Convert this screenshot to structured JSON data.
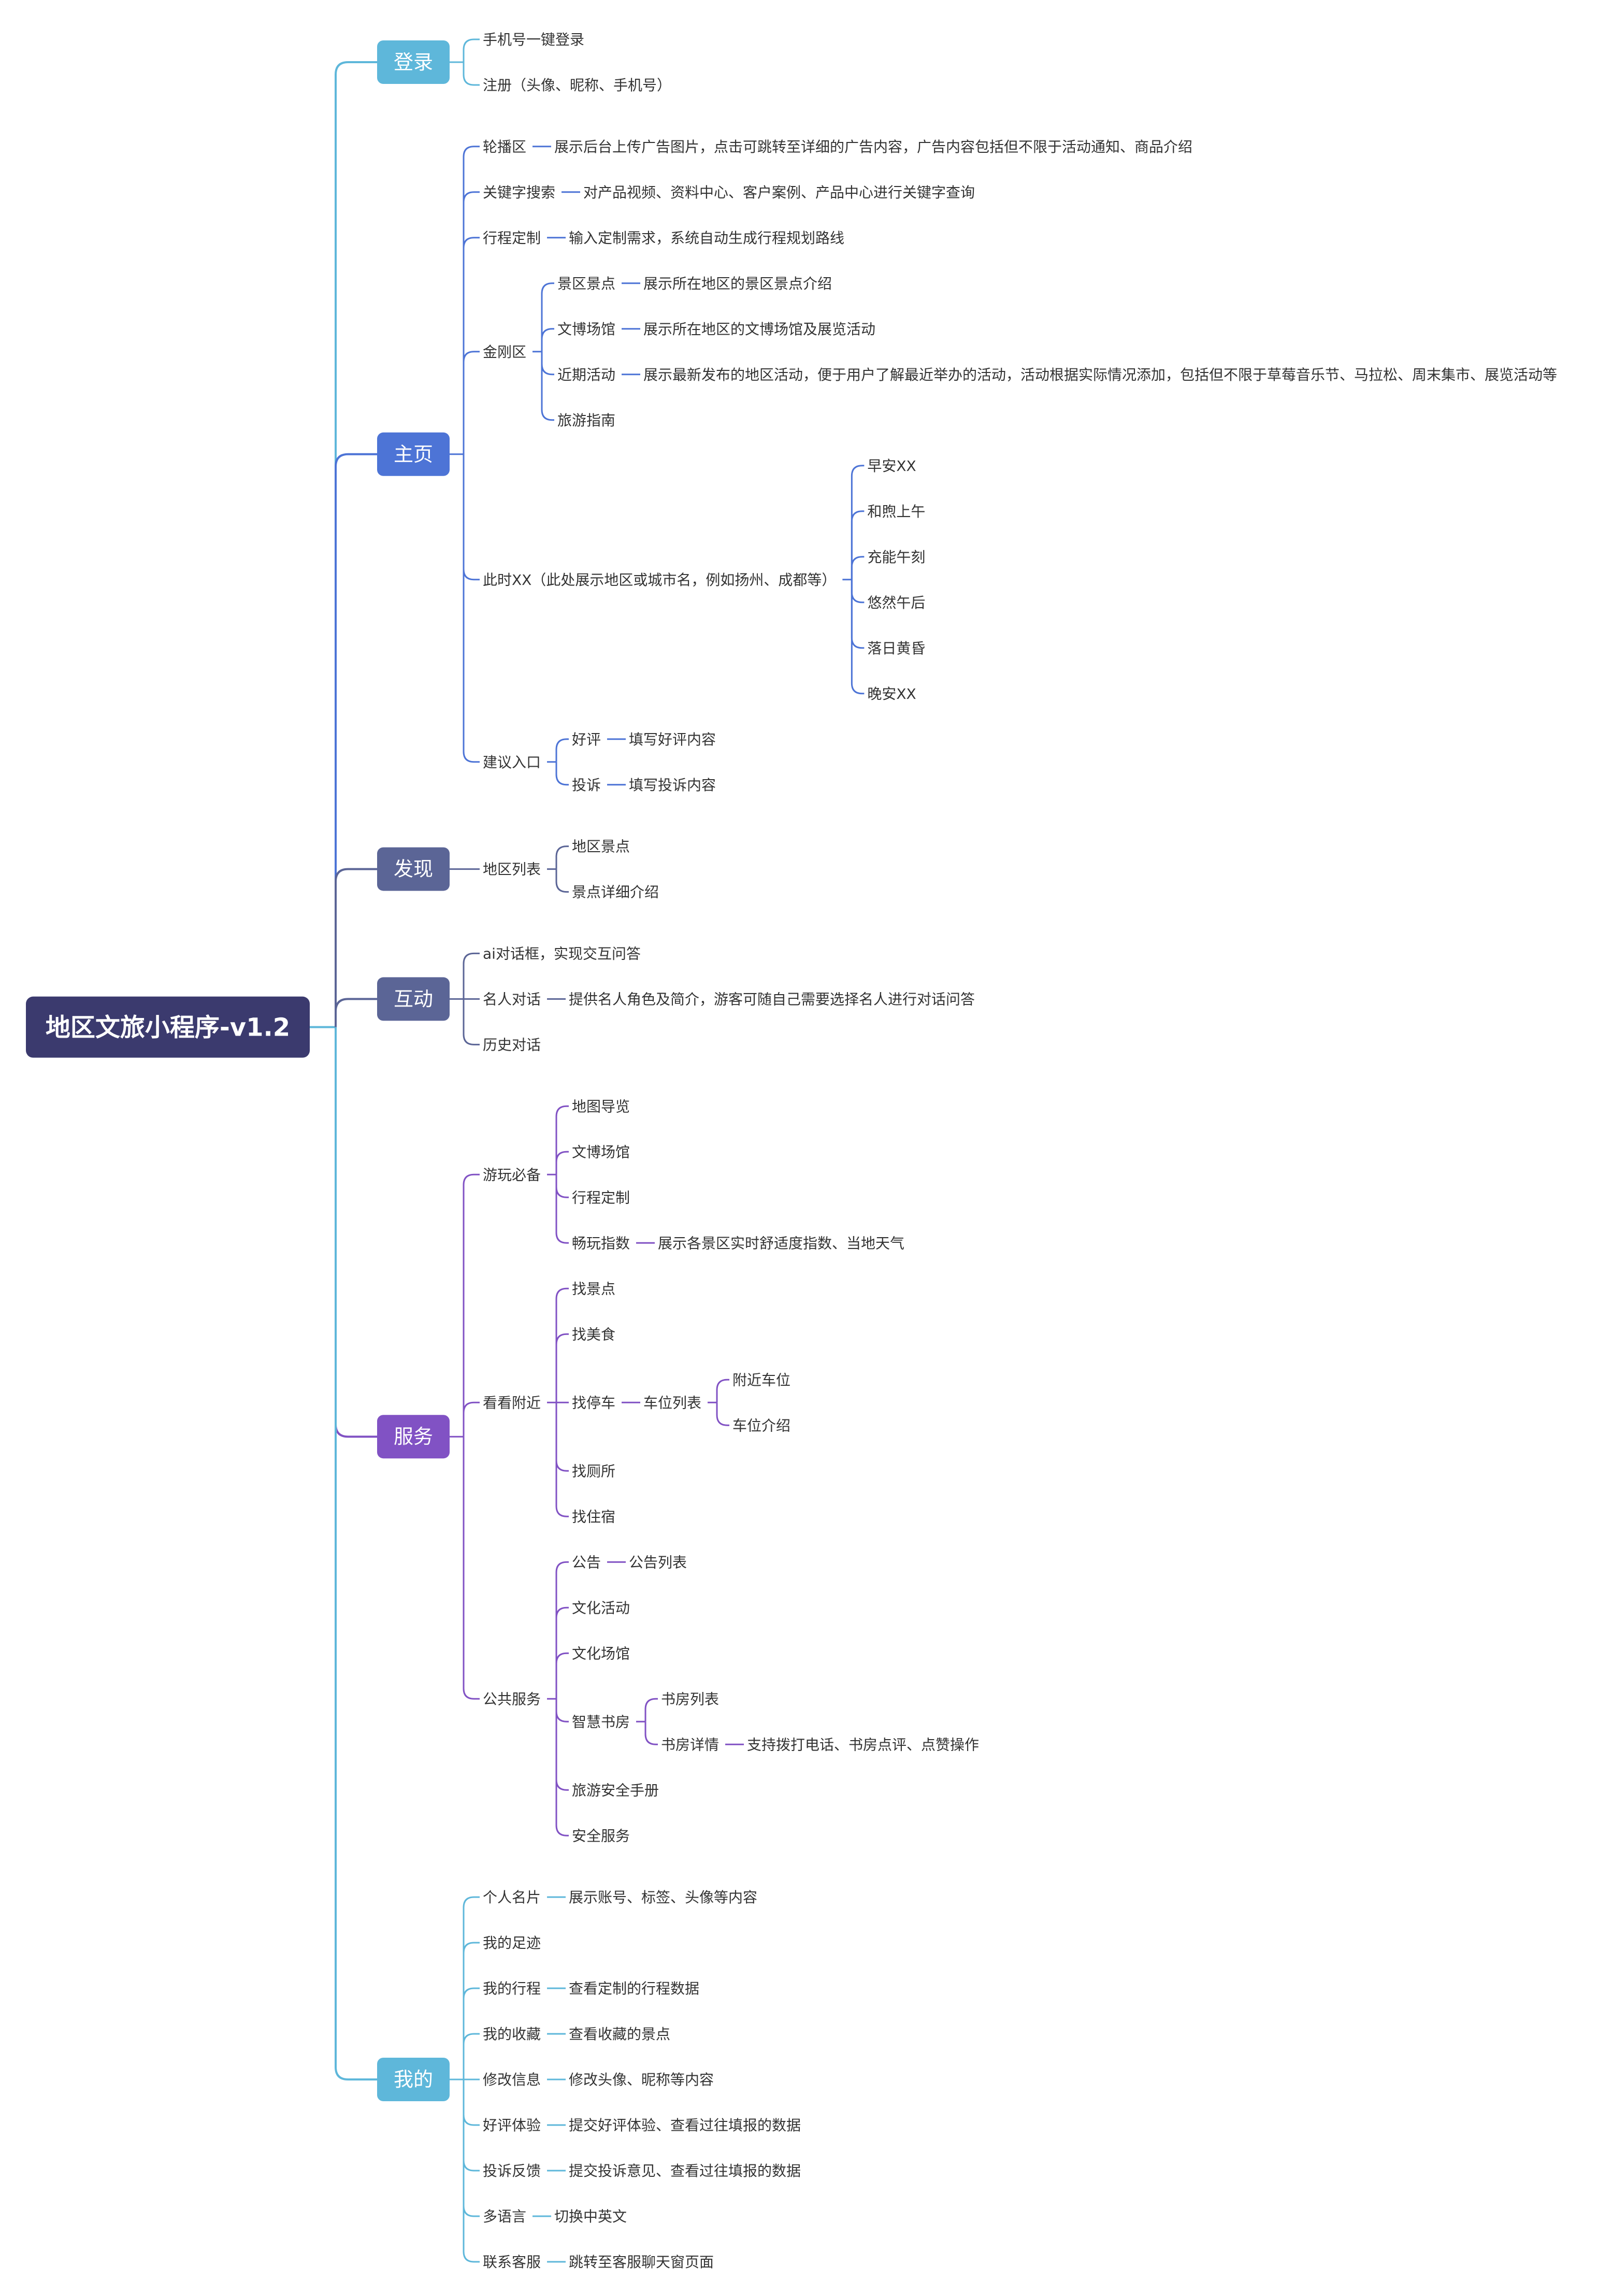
{
  "root": {
    "label": "地区文旅小程序-v1.2",
    "color": "#3b3a6e"
  },
  "branches": [
    {
      "id": "login",
      "label": "登录",
      "color": "#5eb7da",
      "children": [
        {
          "label": "手机号一键登录"
        },
        {
          "label": "注册（头像、昵称、手机号）"
        }
      ]
    },
    {
      "id": "home",
      "label": "主页",
      "color": "#4d74d6",
      "children": [
        {
          "label": "轮播区",
          "children": [
            {
              "label": "展示后台上传广告图片，点击可跳转至详细的广告内容，广告内容包括但不限于活动通知、商品介绍"
            }
          ]
        },
        {
          "label": "关键字搜索",
          "children": [
            {
              "label": "对产品视频、资料中心、客户案例、产品中心进行关键字查询"
            }
          ]
        },
        {
          "label": "行程定制",
          "children": [
            {
              "label": "输入定制需求，系统自动生成行程规划路线"
            }
          ]
        },
        {
          "label": "金刚区",
          "children": [
            {
              "label": "景区景点",
              "children": [
                {
                  "label": "展示所在地区的景区景点介绍"
                }
              ]
            },
            {
              "label": "文博场馆",
              "children": [
                {
                  "label": "展示所在地区的文博场馆及展览活动"
                }
              ]
            },
            {
              "label": "近期活动",
              "children": [
                {
                  "label": "展示最新发布的地区活动，便于用户了解最近举办的活动，活动根据实际情况添加，包括但不限于草莓音乐节、马拉松、周末集市、展览活动等"
                }
              ]
            },
            {
              "label": "旅游指南"
            }
          ]
        },
        {
          "label": "此时XX（此处展示地区或城市名，例如扬州、成都等）",
          "children": [
            {
              "label": "早安XX"
            },
            {
              "label": "和煦上午"
            },
            {
              "label": "充能午刻"
            },
            {
              "label": "悠然午后"
            },
            {
              "label": "落日黄昏"
            },
            {
              "label": "晚安XX"
            }
          ]
        },
        {
          "label": "建议入口",
          "children": [
            {
              "label": "好评",
              "children": [
                {
                  "label": "填写好评内容"
                }
              ]
            },
            {
              "label": "投诉",
              "children": [
                {
                  "label": "填写投诉内容"
                }
              ]
            }
          ]
        }
      ]
    },
    {
      "id": "discover",
      "label": "发现",
      "color": "#5b6596",
      "children": [
        {
          "label": "地区列表",
          "children": [
            {
              "label": "地区景点"
            },
            {
              "label": "景点详细介绍"
            }
          ]
        }
      ]
    },
    {
      "id": "interact",
      "label": "互动",
      "color": "#5b6596",
      "children": [
        {
          "label": "ai对话框，实现交互问答"
        },
        {
          "label": "名人对话",
          "children": [
            {
              "label": "提供名人角色及简介，游客可随自己需要选择名人进行对话问答"
            }
          ]
        },
        {
          "label": "历史对话"
        }
      ]
    },
    {
      "id": "service",
      "label": "服务",
      "color": "#8152c4",
      "children": [
        {
          "label": "游玩必备",
          "children": [
            {
              "label": "地图导览"
            },
            {
              "label": "文博场馆"
            },
            {
              "label": "行程定制"
            },
            {
              "label": "畅玩指数",
              "children": [
                {
                  "label": "展示各景区实时舒适度指数、当地天气"
                }
              ]
            }
          ]
        },
        {
          "label": "看看附近",
          "children": [
            {
              "label": "找景点"
            },
            {
              "label": "找美食"
            },
            {
              "label": "找停车",
              "children": [
                {
                  "label": "车位列表",
                  "children": [
                    {
                      "label": "附近车位"
                    },
                    {
                      "label": "车位介绍"
                    }
                  ]
                }
              ]
            },
            {
              "label": "找厕所"
            },
            {
              "label": "找住宿"
            }
          ]
        },
        {
          "label": "公共服务",
          "children": [
            {
              "label": "公告",
              "children": [
                {
                  "label": "公告列表"
                }
              ]
            },
            {
              "label": "文化活动"
            },
            {
              "label": "文化场馆"
            },
            {
              "label": "智慧书房",
              "children": [
                {
                  "label": "书房列表"
                },
                {
                  "label": "书房详情",
                  "children": [
                    {
                      "label": "支持拨打电话、书房点评、点赞操作"
                    }
                  ]
                }
              ]
            },
            {
              "label": "旅游安全手册"
            },
            {
              "label": "安全服务"
            }
          ]
        }
      ]
    },
    {
      "id": "mine",
      "label": "我的",
      "color": "#5eb7da",
      "children": [
        {
          "label": "个人名片",
          "children": [
            {
              "label": "展示账号、标签、头像等内容"
            }
          ]
        },
        {
          "label": "我的足迹"
        },
        {
          "label": "我的行程",
          "children": [
            {
              "label": "查看定制的行程数据"
            }
          ]
        },
        {
          "label": "我的收藏",
          "children": [
            {
              "label": "查看收藏的景点"
            }
          ]
        },
        {
          "label": "修改信息",
          "children": [
            {
              "label": "修改头像、昵称等内容"
            }
          ]
        },
        {
          "label": "好评体验",
          "children": [
            {
              "label": "提交好评体验、查看过往填报的数据"
            }
          ]
        },
        {
          "label": "投诉反馈",
          "children": [
            {
              "label": "提交投诉意见、查看过往填报的数据"
            }
          ]
        },
        {
          "label": "多语言",
          "children": [
            {
              "label": "切换中英文"
            }
          ]
        },
        {
          "label": "联系客服",
          "children": [
            {
              "label": "跳转至客服聊天窗页面"
            }
          ]
        }
      ]
    }
  ]
}
